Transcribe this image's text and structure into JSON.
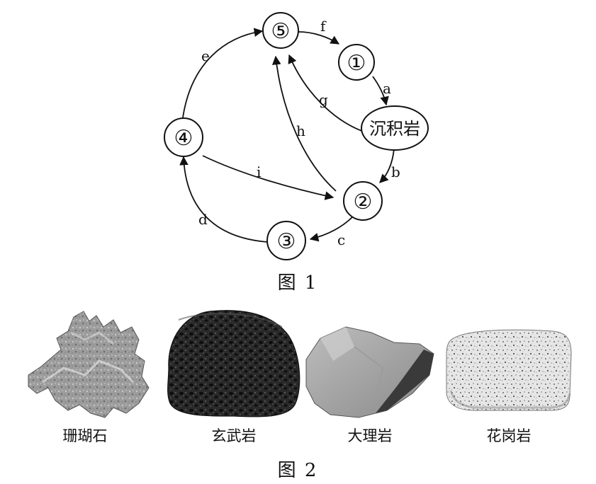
{
  "figure1": {
    "caption": "图 1",
    "nodes": {
      "n5": "⑤",
      "n1": "①",
      "sed": "沉积岩",
      "n4": "④",
      "n2": "②",
      "n3": "③"
    },
    "edges": {
      "e": "e",
      "f": "f",
      "a": "a",
      "g": "g",
      "h": "h",
      "b": "b",
      "i": "i",
      "c": "c",
      "d": "d"
    }
  },
  "figure2": {
    "caption": "图 2",
    "rocks": [
      {
        "name": "珊瑚石"
      },
      {
        "name": "玄武岩"
      },
      {
        "name": "大理岩"
      },
      {
        "name": "花岗岩"
      }
    ]
  }
}
